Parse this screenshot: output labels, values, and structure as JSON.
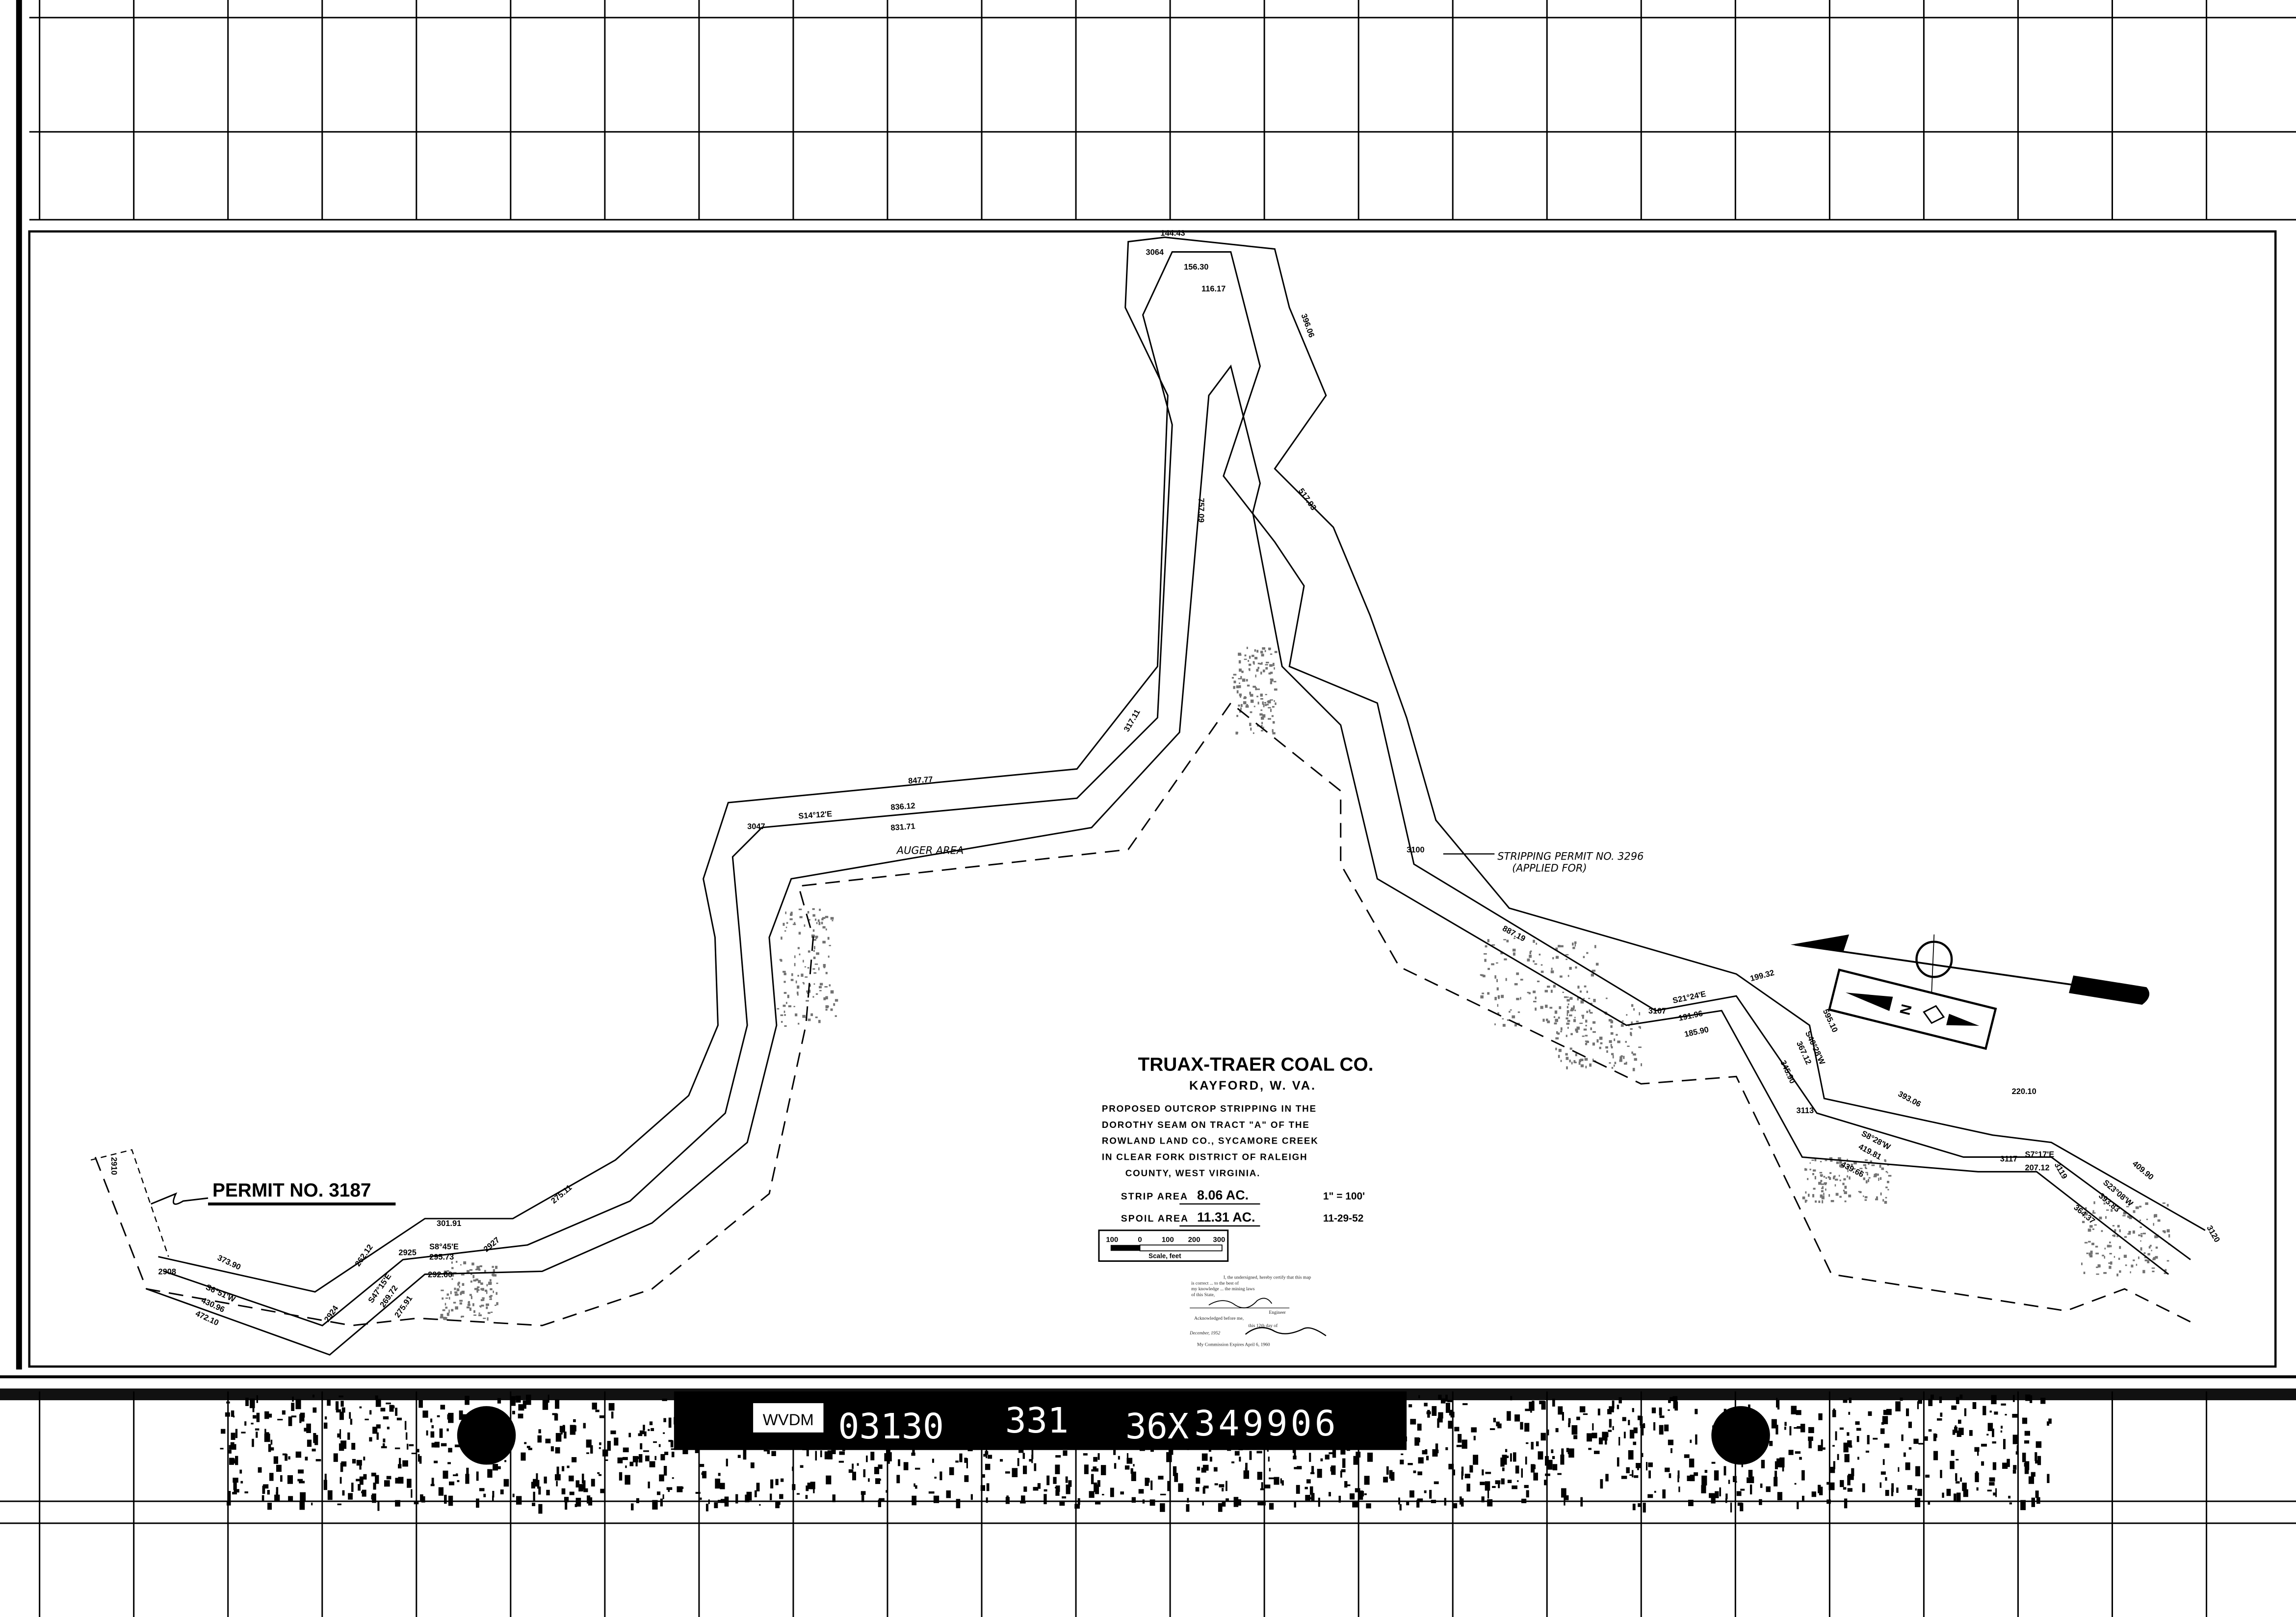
{
  "title_block": {
    "company": "TRUAX-TRAER COAL CO.",
    "location": "KAYFORD, W. VA.",
    "description": [
      "PROPOSED OUTCROP STRIPPING IN THE",
      "DOROTHY SEAM ON TRACT \"A\" OF THE",
      "ROWLAND LAND CO., SYCAMORE CREEK",
      "IN CLEAR FORK DISTRICT OF RALEIGH",
      "COUNTY, WEST VIRGINIA."
    ],
    "strip_area_label": "STRIP AREA",
    "strip_area_value": "8.06 AC.",
    "spoil_area_label": "SPOIL AREA",
    "spoil_area_value": "11.31 AC.",
    "scale_ratio": "1\" = 100'",
    "date": "11-29-52",
    "scale_bar": {
      "ticks": [
        "100",
        "0",
        "100",
        "200",
        "300"
      ],
      "caption": "Scale, feet"
    }
  },
  "certificate": {
    "line1": "I, the undersigned, hereby certify that this map",
    "line2": "is correct ... to the best of",
    "line3": "my knowledge ... the mining laws",
    "line4": "of this State,",
    "engineer": "Engineer",
    "acknowledged": "Acknowledged before me,",
    "day_of": "this 12th day of",
    "month_year": "December, 1952",
    "commission": "My Commission Expires April 6, 1960"
  },
  "map": {
    "permit_3187": "PERMIT NO. 3187",
    "permit_3296": "STRIPPING PERMIT NO. 3296",
    "permit_3296_note": "(APPLIED FOR)",
    "auger_area": "AUGER AREA",
    "labels": [
      "847.77",
      "S14°12'E",
      "836.12",
      "831.71",
      "3047",
      "144.43",
      "3064",
      "156.30",
      "116.17",
      "757.09",
      "317.11",
      "396.06",
      "517.93",
      "3100",
      "887.19",
      "199.32",
      "3107",
      "S21°24'E",
      "191.96",
      "185.90",
      "595.10",
      "S40°28'W",
      "367.12",
      "345.90",
      "393.06",
      "3113",
      "S8°28'W",
      "419.81",
      "439.66",
      "220.10",
      "3117",
      "S7°17'E",
      "207.12",
      "3119",
      "409.90",
      "S23°08'W",
      "393.83",
      "364.37",
      "3120",
      "373.90",
      "262.12",
      "301.91",
      "2925",
      "S8°45'E",
      "295.73",
      "292.60",
      "2927",
      "275.11",
      "2908",
      "S6°51'W",
      "430.96",
      "472.10",
      "2924",
      "S47°15'E",
      "269.72",
      "275.91",
      "2910"
    ]
  },
  "compass": {
    "north_letter": "N"
  },
  "film_strip": {
    "tag": "WVDM",
    "fields": [
      "03130",
      "331",
      "36X",
      "349906"
    ]
  }
}
